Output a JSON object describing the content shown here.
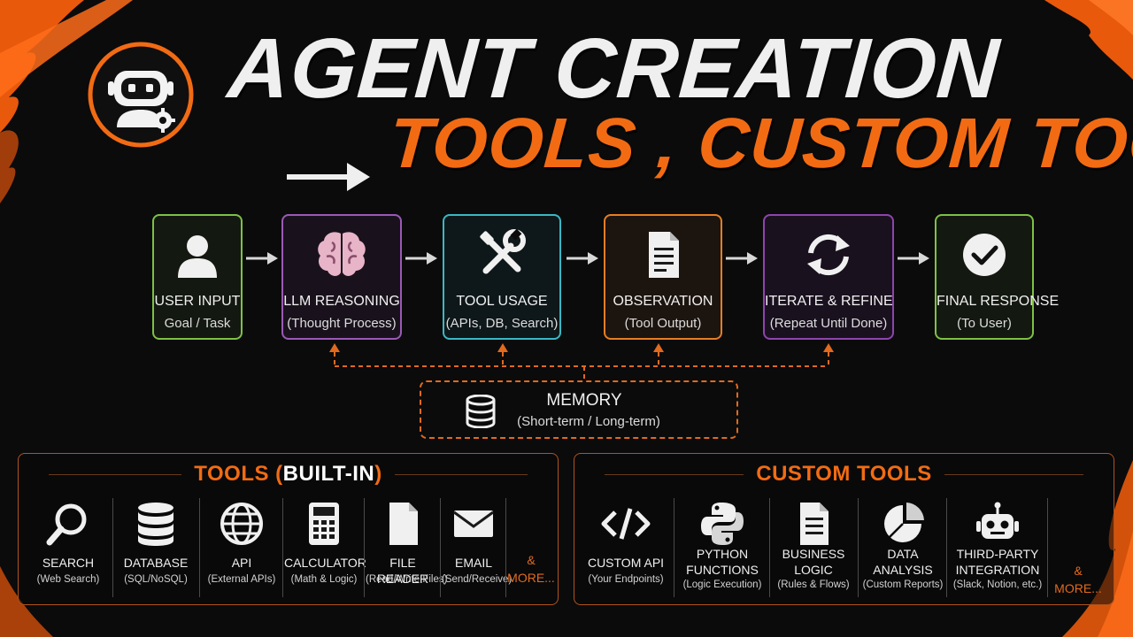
{
  "header": {
    "title_line1": "AGENT CREATION",
    "title_line2": "TOOLS , CUSTOM TOOLS",
    "logo_icon": "robot-gear-icon",
    "arrow_icon": "right-arrow-icon"
  },
  "flow": {
    "steps": [
      {
        "title": "USER INPUT",
        "subtitle": "Goal / Task",
        "icon": "user-icon",
        "color": "#7ec144"
      },
      {
        "title": "LLM REASONING",
        "subtitle": "(Thought Process)",
        "icon": "brain-icon",
        "color": "#9b59b6"
      },
      {
        "title": "TOOL USAGE",
        "subtitle": "(APIs, DB, Search)",
        "icon": "tools-icon",
        "color": "#3ab8c4"
      },
      {
        "title": "OBSERVATION",
        "subtitle": "(Tool Output)",
        "icon": "document-icon",
        "color": "#e67e22"
      },
      {
        "title": "ITERATE & REFINE",
        "subtitle": "(Repeat Until Done)",
        "icon": "refresh-icon",
        "color": "#8e44ad"
      },
      {
        "title": "FINAL RESPONSE",
        "subtitle": "(To User)",
        "icon": "checkmark-icon",
        "color": "#7ec144"
      }
    ],
    "memory": {
      "title": "MEMORY",
      "subtitle": "(Short-term / Long-term)",
      "icon": "database-icon",
      "color": "#e06a1e"
    }
  },
  "builtin_panel": {
    "title_prefix": "TOOLS (",
    "title_highlight": "BUILT-IN",
    "title_suffix": ")",
    "tools": [
      {
        "title": "SEARCH",
        "subtitle": "(Web Search)",
        "icon": "search-icon"
      },
      {
        "title": "DATABASE",
        "subtitle": "(SQL/NoSQL)",
        "icon": "database-icon"
      },
      {
        "title": "API",
        "subtitle": "(External APIs)",
        "icon": "globe-icon"
      },
      {
        "title": "CALCULATOR",
        "subtitle": "(Math & Logic)",
        "icon": "calculator-icon"
      },
      {
        "title": "FILE READER",
        "subtitle": "(Read/Write Files)",
        "icon": "file-icon"
      },
      {
        "title": "EMAIL",
        "subtitle": "(Send/Receive)",
        "icon": "envelope-icon"
      }
    ],
    "more_line1": "&",
    "more_line2": "MORE..."
  },
  "custom_panel": {
    "title": "CUSTOM TOOLS",
    "tools": [
      {
        "title": "CUSTOM API",
        "subtitle": "(Your Endpoints)",
        "icon": "code-icon"
      },
      {
        "title": "PYTHON\nFUNCTIONS",
        "subtitle": "(Logic Execution)",
        "icon": "python-icon"
      },
      {
        "title": "BUSINESS\nLOGIC",
        "subtitle": "(Rules & Flows)",
        "icon": "document-icon"
      },
      {
        "title": "DATA\nANALYSIS",
        "subtitle": "(Custom Reports)",
        "icon": "pie-chart-icon"
      },
      {
        "title": "THIRD-PARTY\nINTEGRATION",
        "subtitle": "(Slack, Notion, etc.)",
        "icon": "robot-icon"
      }
    ],
    "more_line1": "&",
    "more_line2": "MORE..."
  },
  "colors": {
    "accent": "#f26b13",
    "background": "#0b0b0c",
    "text": "#f0f0f0"
  }
}
